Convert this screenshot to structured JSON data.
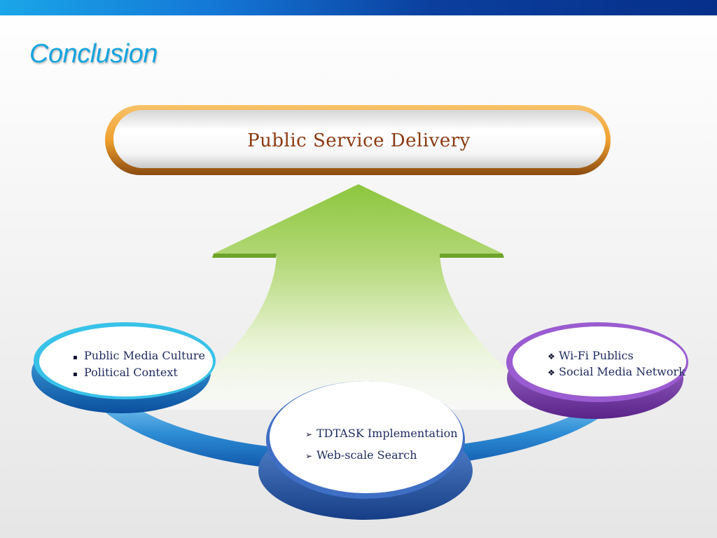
{
  "slide": {
    "title": "Conclusion"
  },
  "banner": {
    "label": "Public Service Delivery"
  },
  "nodes": {
    "left": {
      "items": [
        "Public Media Culture",
        "Political Context"
      ],
      "marker": "▪"
    },
    "right": {
      "items": [
        "Wi-Fi Publics",
        "Social Media Network"
      ],
      "marker": "❖"
    },
    "bottom": {
      "items": [
        "TDTASK Implementation",
        "Web-scale Search"
      ],
      "marker": "➢"
    }
  },
  "colors": {
    "title": "#16a3dd",
    "banner_frame": "#f0a030",
    "arrow": "#8dc63f",
    "left_node": "#1a8fd6",
    "right_node": "#8a45b8",
    "bottom_node": "#3a66b8",
    "text": "#1d2a5e"
  }
}
